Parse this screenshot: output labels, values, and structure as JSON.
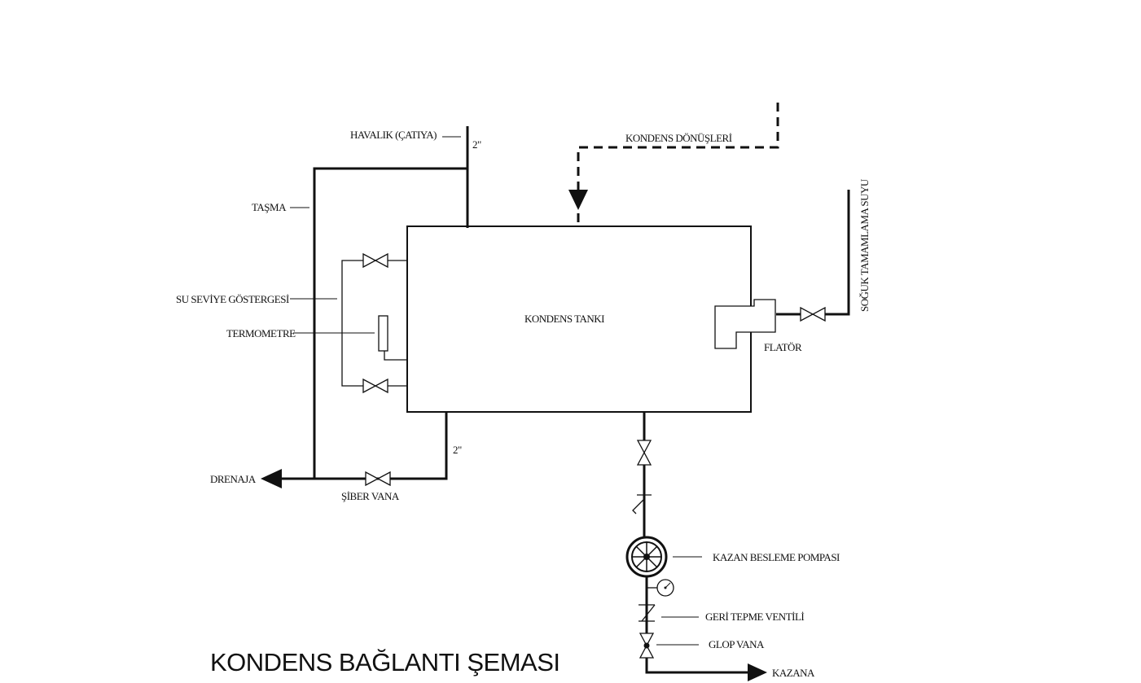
{
  "diagram": {
    "title": "KONDENS BAĞLANTI ŞEMASI",
    "tank_label": "KONDENS TANKI",
    "labels": {
      "vent": "HAVALIK (ÇATIYA)",
      "vent_size": "2\"",
      "overflow": "TAŞMA",
      "level_gauge": "SU SEVİYE GÖSTERGESİ",
      "thermometer": "TERMOMETRE",
      "drain": "DRENAJA",
      "drain_size": "2\"",
      "gate_valve": "ŞİBER VANA",
      "condensate_returns": "KONDENS DÖNÜŞLERİ",
      "cold_makeup_water": "SOĞUK TAMAMLAMA SUYU",
      "float": "FLATÖR",
      "feed_pump": "KAZAN BESLEME POMPASI",
      "check_valve": "GERİ TEPME VENTİLİ",
      "globe_valve": "GLOP VANA",
      "to_boiler": "KAZANA"
    }
  }
}
